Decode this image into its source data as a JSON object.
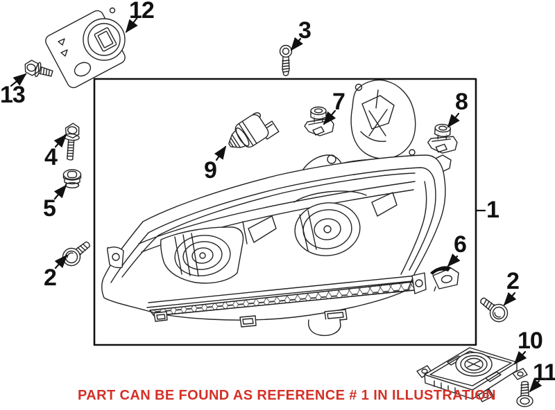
{
  "caption": {
    "text": "PART CAN BE FOUND AS REFERENCE # 1 IN ILLUSTRATION",
    "color": "#d43027"
  },
  "illustration": {
    "line_color": "#222222",
    "border_color": "#111111",
    "background": "#ffffff",
    "labels": {
      "l1": "1",
      "l2_left": "2",
      "l2_right": "2",
      "l3": "3",
      "l4": "4",
      "l5": "5",
      "l6": "6",
      "l7": "7",
      "l8": "8",
      "l9": "9",
      "l10": "10",
      "l11": "11",
      "l12": "12",
      "l13": "13"
    }
  }
}
